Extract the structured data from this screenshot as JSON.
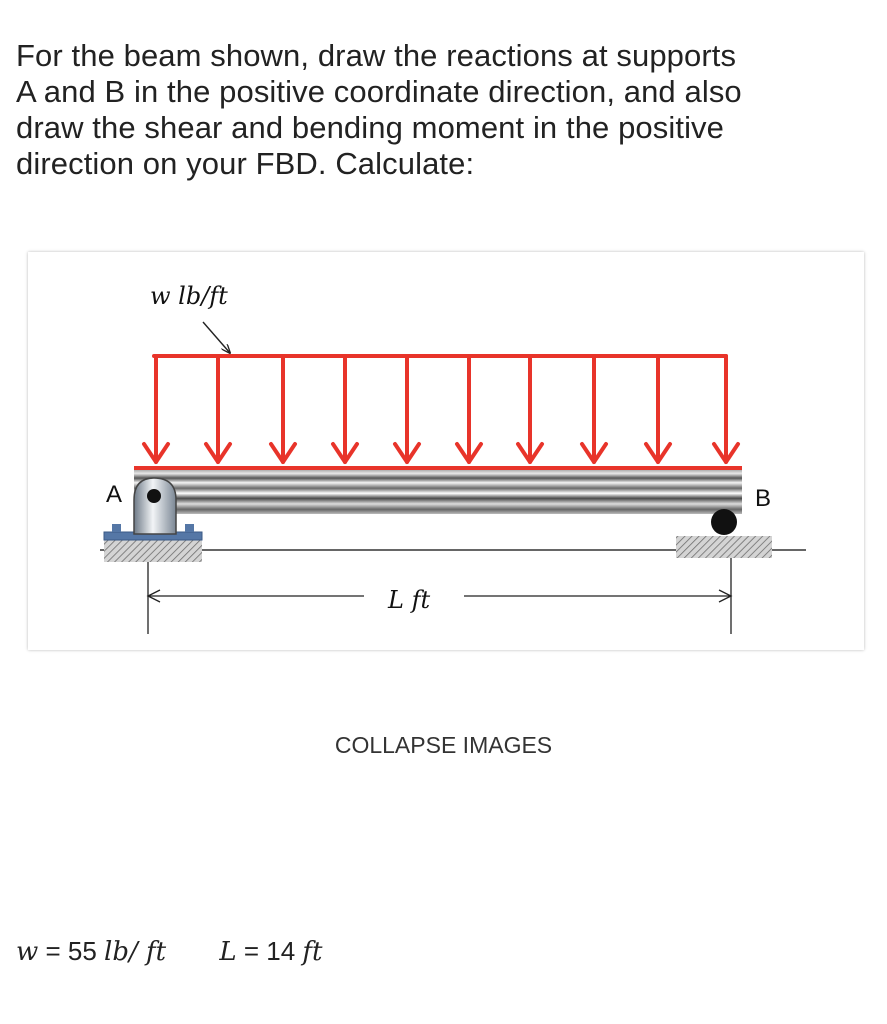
{
  "question": {
    "line1": "For the beam shown, draw the reactions at supports",
    "line2": "A and B in the positive coordinate direction, and also",
    "line3": "draw the shear and bending moment in the positive",
    "line4": "direction on your FBD. Calculate:"
  },
  "figure": {
    "load_label": "w lb/ft",
    "support_a_label": "A",
    "support_b_label": "B",
    "span_label": "L ft",
    "colors": {
      "load": "#e8342a",
      "beam_dark": "#5b5b5b",
      "support_blue": "#5577a6",
      "ground": "#8a8a8a"
    }
  },
  "collapse_button": "COLLAPSE IMAGES",
  "givens": {
    "w_symbol": "w",
    "eq1": " = 55 ",
    "w_units": "lb/ ft",
    "L_symbol": "L",
    "eq2": " = 14 ",
    "L_units": "ft"
  }
}
